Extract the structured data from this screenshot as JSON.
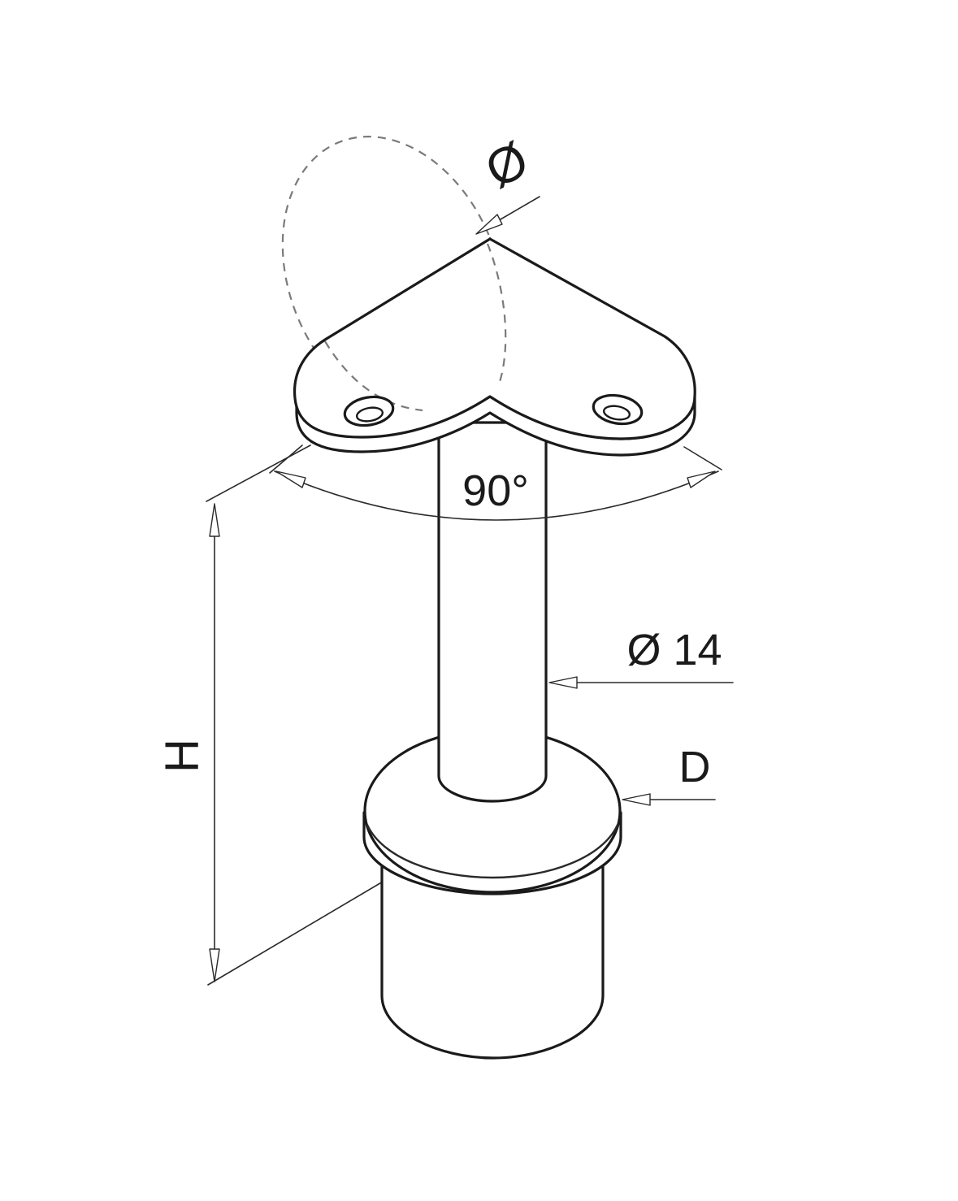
{
  "diagram": {
    "labels": {
      "saddle_diameter": "Ø",
      "angle": "90°",
      "tube_diameter": "Ø 14",
      "base_diameter": "D",
      "height": "H"
    },
    "colors": {
      "line": "#1a1a1a",
      "hidden_line": "#7a7a7a",
      "background": "#ffffff"
    }
  }
}
